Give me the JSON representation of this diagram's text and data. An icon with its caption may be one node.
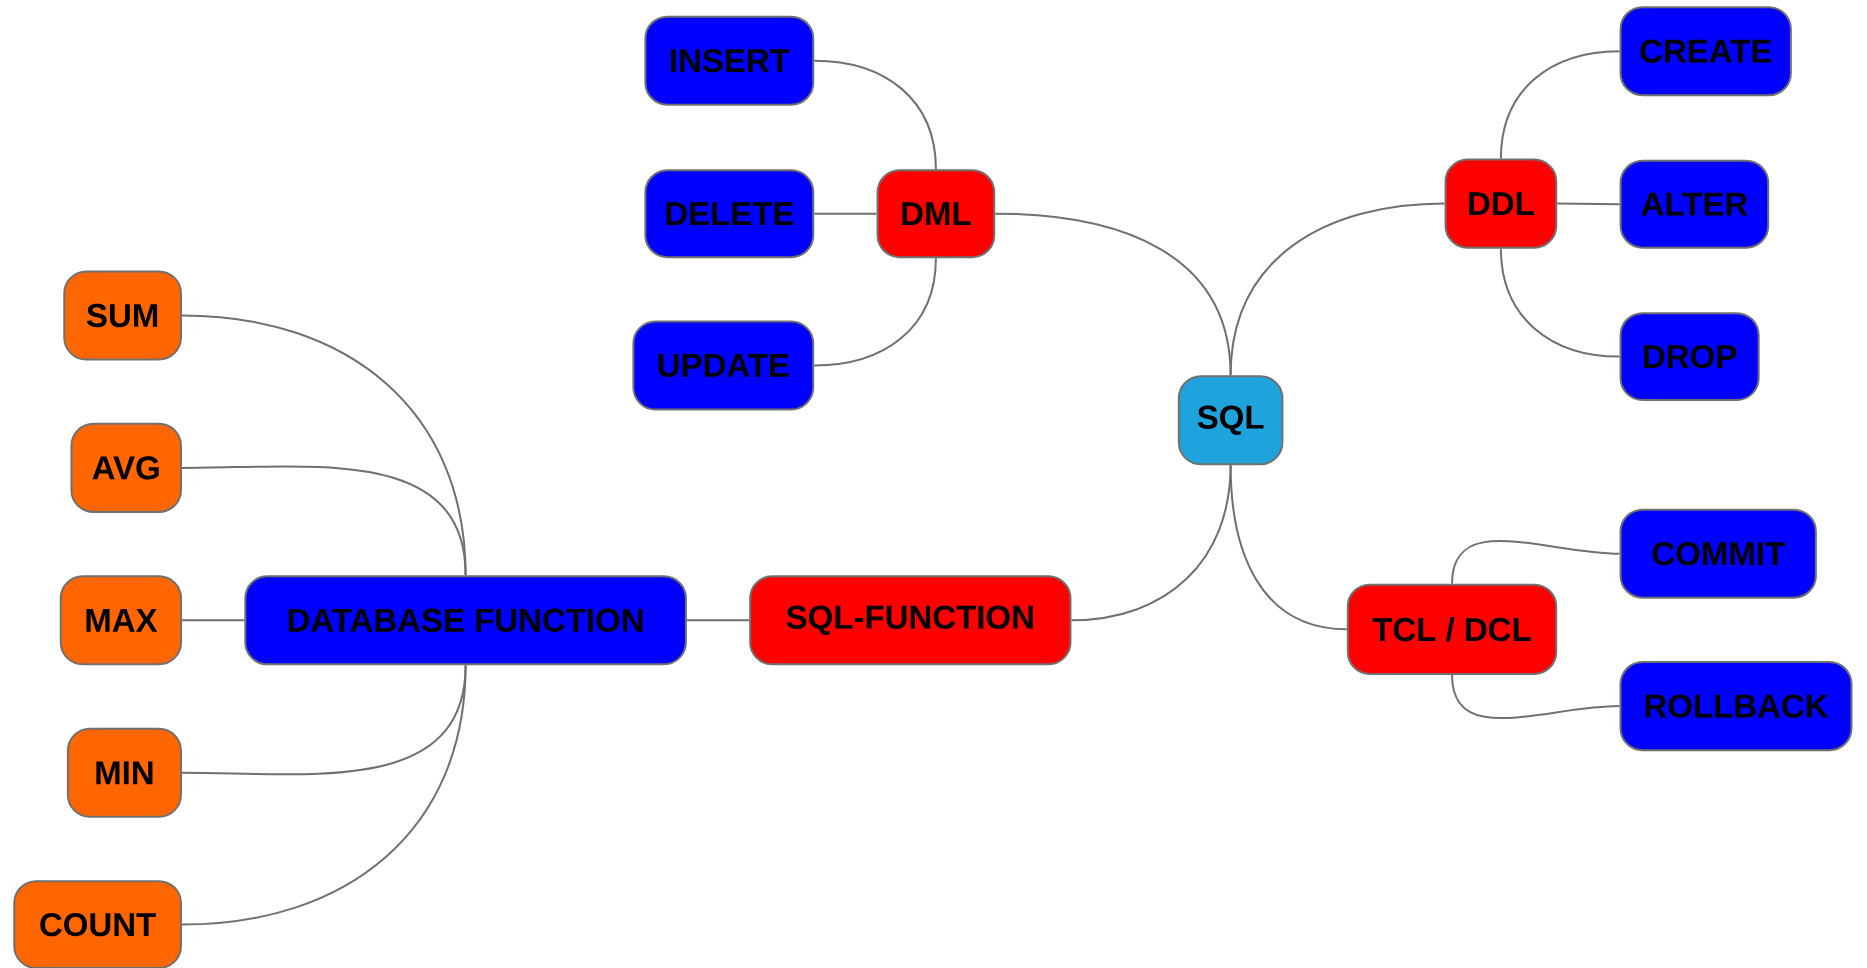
{
  "diagram": {
    "nodes": [
      {
        "text": [
          "SQL"
        ]
      },
      {
        "text": [
          "DML"
        ]
      },
      {
        "text": [
          "INSERT"
        ]
      },
      {
        "text": [
          "DELETE"
        ]
      },
      {
        "text": [
          "UPDATE"
        ]
      },
      {
        "text": [
          "DDL"
        ]
      },
      {
        "text": [
          "CREATE"
        ]
      },
      {
        "text": [
          "ALTER"
        ]
      },
      {
        "text": [
          "DROP"
        ]
      },
      {
        "text": [
          "SQL-FUNCTION"
        ]
      },
      {
        "text": [
          "DATABASE FUNCTION"
        ]
      },
      {
        "text": [
          "SUM"
        ]
      },
      {
        "text": [
          "AVG"
        ]
      },
      {
        "text": [
          "MAX"
        ]
      },
      {
        "text": [
          "MIN"
        ]
      },
      {
        "text": [
          "COUNT"
        ]
      },
      {
        "text": [
          "TCL / DCL"
        ]
      },
      {
        "text": [
          "COMMIT"
        ]
      },
      {
        "text": [
          "ROLLBACK"
        ]
      }
    ],
    "edges": [
      {
        "from": 0,
        "to": 1,
        "arrow": "none"
      },
      {
        "from": 1,
        "to": 2,
        "arrow": "none"
      },
      {
        "from": 1,
        "to": 3,
        "arrow": "none"
      },
      {
        "from": 1,
        "to": 4,
        "arrow": "none"
      },
      {
        "from": 0,
        "to": 5,
        "arrow": "none"
      },
      {
        "from": 5,
        "to": 6,
        "arrow": "none"
      },
      {
        "from": 5,
        "to": 7,
        "arrow": "none"
      },
      {
        "from": 5,
        "to": 8,
        "arrow": "none"
      },
      {
        "from": 0,
        "to": 9,
        "arrow": "none"
      },
      {
        "from": 9,
        "to": 10,
        "arrow": "none"
      },
      {
        "from": 10,
        "to": 11,
        "arrow": "none"
      },
      {
        "from": 10,
        "to": 12,
        "arrow": "none"
      },
      {
        "from": 10,
        "to": 13,
        "arrow": "none"
      },
      {
        "from": 10,
        "to": 14,
        "arrow": "none"
      },
      {
        "from": 10,
        "to": 15,
        "arrow": "none"
      },
      {
        "from": 0,
        "to": 16,
        "arrow": "none"
      },
      {
        "from": 16,
        "to": 17,
        "arrow": "none"
      },
      {
        "from": 16,
        "to": 18,
        "arrow": "none"
      }
    ]
  }
}
